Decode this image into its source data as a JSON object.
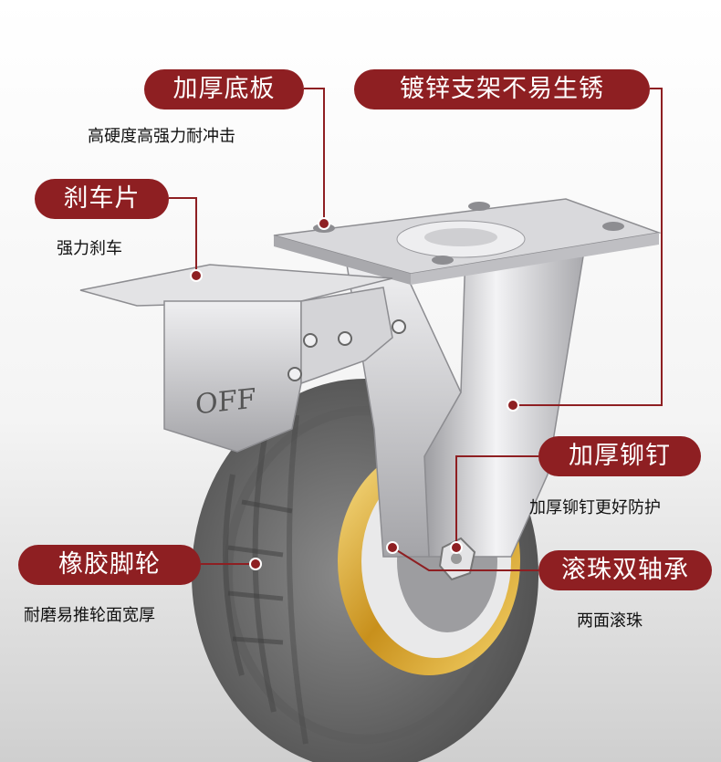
{
  "callouts": {
    "base_plate": {
      "title": "加厚底板",
      "desc": "高硬度高强力耐冲击"
    },
    "bracket": {
      "title": "镀锌支架不易生锈"
    },
    "brake": {
      "title": "刹车片",
      "desc": "强力刹车"
    },
    "rivet": {
      "title": "加厚铆钉",
      "desc": "加厚铆钉更好防护"
    },
    "wheel": {
      "title": "橡胶脚轮",
      "desc": "耐磨易推轮面宽厚"
    },
    "bearing": {
      "title": "滚珠双轴承",
      "desc": "两面滚珠"
    }
  },
  "brake_marking": "OFF",
  "colors": {
    "accent": "#8e1f22",
    "tire": "#6e6e6e",
    "rim": "#d9a52a",
    "metal": "#c9c9cc"
  }
}
